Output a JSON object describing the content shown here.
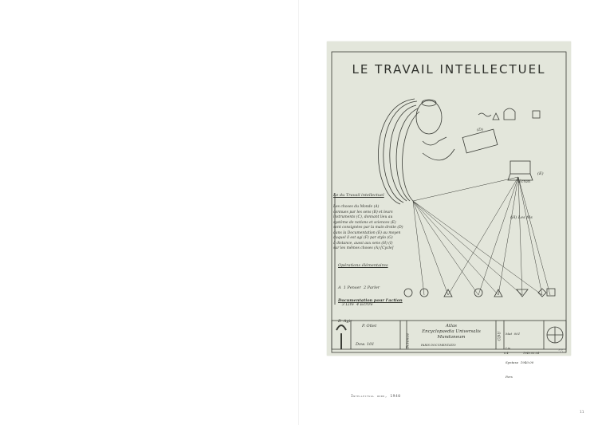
{
  "plate": {
    "title": "LE TRAVAIL INTELLECTUEL",
    "side_heading": "Le du Travail intellectuel",
    "side_text": [
      "Les choses du Monde (A)",
      "connues par les sens (B) et leurs",
      "instruments (C), donnant lieu au",
      "système de notions et sciences (E)",
      "sont consignées par la main droite (D)",
      "dans la Documentation (E) au moyen",
      "duquel il est agi (F) par stylo (G)",
      "à distance, aussi aux sens (H) (I)",
      "sur les mêmes choses (A) [Cycle]"
    ],
    "operations_heading": "Opérations élémentaires",
    "operations": [
      "A  1 Penser  2 Parler",
      "   3 Lire  4 Écrire",
      "B  Agir"
    ],
    "doc_label": "Documentation pour l'action",
    "label_les_fils": "(H) Les fils",
    "label_d": "(D)",
    "label_e": "(E)",
    "label_ecran": "Écran",
    "footer": {
      "author": "P. Otlet",
      "number": "Dow. 101",
      "vertical_1": "Science",
      "atlas": [
        "Atlas",
        "Encyclopaedia Universalis",
        "Mundaneum"
      ],
      "publisher": "PARIS  DOCUMENTATIO",
      "vertical_2": "CDU",
      "meta": [
        "Mat  001",
        "Liv",
        "Syntaxe  1940.00",
        "Pers"
      ],
      "bottom_left": "6.4",
      "bottom_date": "1940.08.04",
      "corner_mark": "55"
    }
  },
  "caption": "Intellectual work, 1940",
  "page_number": "11"
}
